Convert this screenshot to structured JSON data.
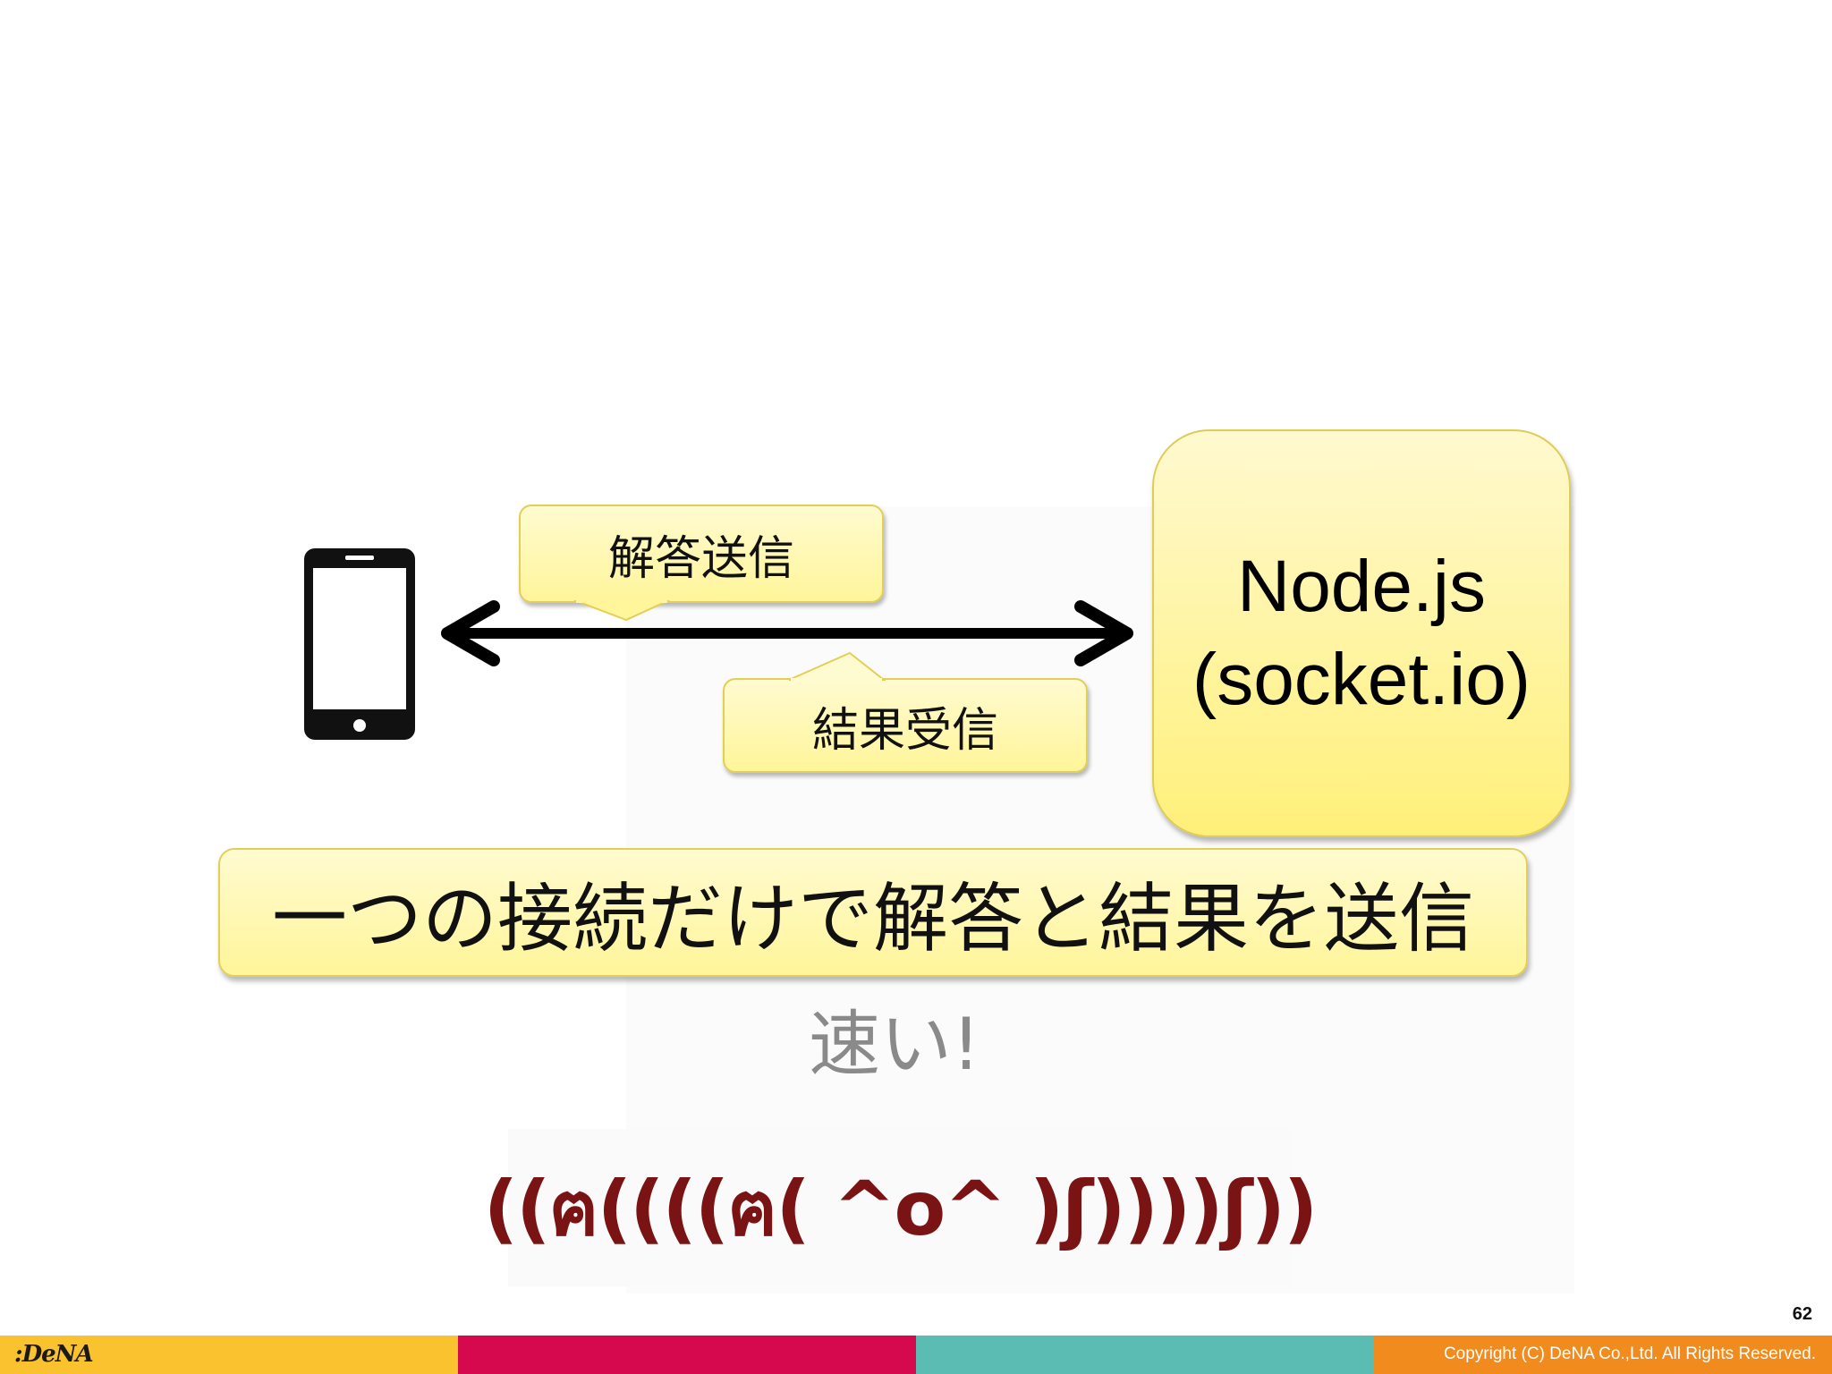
{
  "bubbles": {
    "send": "解答送信",
    "receive": "結果受信"
  },
  "server": {
    "line1": "Node.js",
    "line2": "(socket.io)"
  },
  "headline": "一つの接続だけで解答と結果を送信",
  "fast": "速い!",
  "kaomoji": "((ฅ((((ฅ( ^o^ )ʃ))))ʃ))",
  "footer": {
    "logo": ":DeNA",
    "copyright": "Copyright (C) DeNA Co.,Ltd. All Rights Reserved.",
    "page_number": "62",
    "colors": [
      "#f9c22e",
      "#d6094f",
      "#5bbcb4",
      "#f28b1e"
    ]
  }
}
